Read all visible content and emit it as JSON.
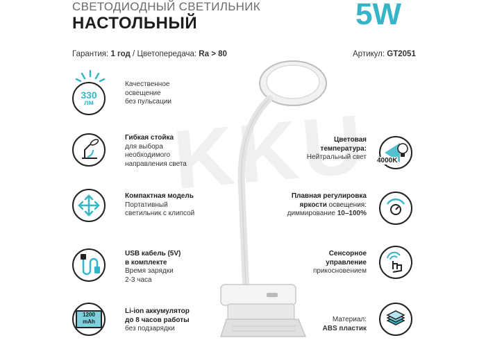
{
  "header": {
    "line1": "СВЕТОДИОДНЫЙ СВЕТИЛЬНИК",
    "line2": "НАСТОЛЬНЫЙ",
    "power": "5W"
  },
  "meta": {
    "warranty_label": "Гарантия:",
    "warranty_value": "1 год",
    "separator": "/",
    "cri_label": "Цветопередача:",
    "cri_value": "Ra > 80",
    "article_label": "Артикул:",
    "article_value": "GT2051"
  },
  "features_left": [
    {
      "icon": "lightbulb-icon",
      "badge_value": "330",
      "badge_unit": "лм",
      "title": "",
      "lines": [
        "Качественное",
        "освещение",
        "без пульсации"
      ]
    },
    {
      "icon": "flexible-stand-icon",
      "title": "Гибкая стойка",
      "lines": [
        "для выбора",
        "необходимого",
        "направления света"
      ]
    },
    {
      "icon": "arrows-icon",
      "title": "Компактная модель",
      "lines": [
        "Портативный",
        "светильник с клипсой"
      ]
    },
    {
      "icon": "usb-cable-icon",
      "title": "USB кабель (5V)",
      "title2": "в комплекте",
      "lines": [
        "Время зарядки",
        "2-3 часа"
      ]
    },
    {
      "icon": "battery-icon",
      "badge_value": "1200",
      "badge_unit": "mAh",
      "title": "Li-ion аккумулятор",
      "title2": "до 8 часов работы",
      "lines": [
        "без подзарядки"
      ]
    }
  ],
  "features_right": [
    {
      "icon": "color-temperature-icon",
      "badge_value": "4000K",
      "title": "Цветовая",
      "title2": "температура:",
      "lines": [
        "Нейтральный свет"
      ]
    },
    {
      "icon": "dimmer-icon",
      "title": "Плавная регулировка",
      "title_mixed_bold": "яркости",
      "title_mixed_rest": " освещения:",
      "line_prefix": "диммирование ",
      "line_bold": "10–100%"
    },
    {
      "icon": "touch-icon",
      "title": "Сенсорное",
      "title2": "управление",
      "lines": [
        "прикосновением"
      ]
    },
    {
      "icon": "material-icon",
      "title": "",
      "lines": [
        "Материал:"
      ],
      "bold_line": "ABS пластик"
    }
  ],
  "watermark": "KKU",
  "colors": {
    "accent": "#36b5c9",
    "dark": "#222222"
  }
}
